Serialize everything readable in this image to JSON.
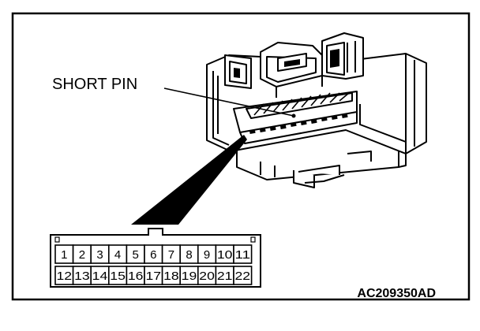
{
  "callout": {
    "short_pin": "SHORT PIN"
  },
  "reference_code": "AC209350AD",
  "pinout": {
    "top_row": [
      "1",
      "2",
      "3",
      "4",
      "5",
      "6",
      "7",
      "8",
      "9",
      "10",
      "11"
    ],
    "bottom_row": [
      "12",
      "13",
      "14",
      "15",
      "16",
      "17",
      "18",
      "19",
      "20",
      "21",
      "22"
    ]
  }
}
